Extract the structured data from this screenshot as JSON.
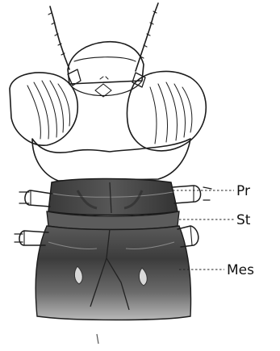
{
  "labels": {
    "pr": "Pr",
    "st": "St",
    "mes": "Mes"
  },
  "colors": {
    "ink": "#1b1b1b",
    "shade_dark": "#3a3a3a",
    "shade_mid": "#6e6e6e",
    "paper": "#ffffff"
  }
}
